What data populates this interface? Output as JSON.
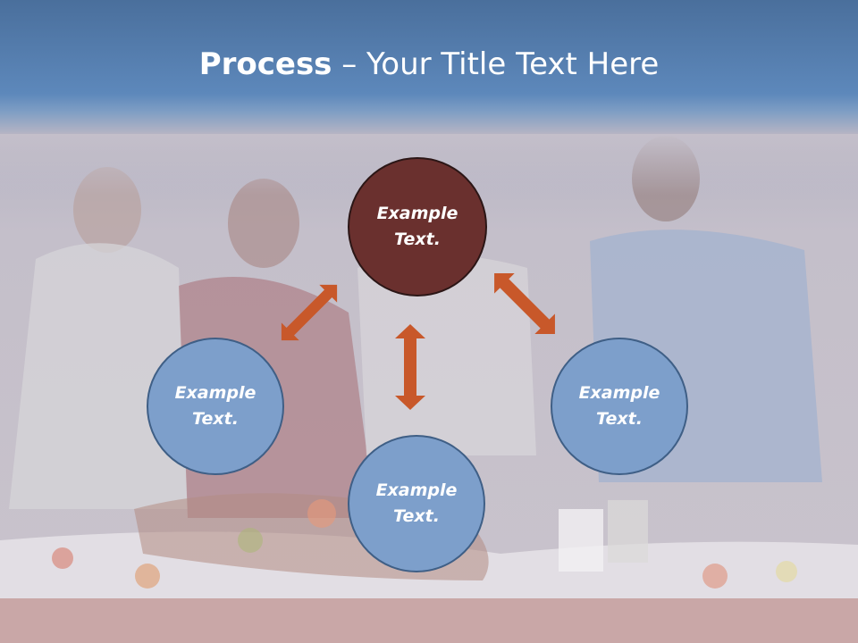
{
  "slide": {
    "title_bold": "Process",
    "title_rest": " – Your Title Text Here"
  },
  "nodes": [
    {
      "line1": "Example",
      "line2": "Text."
    },
    {
      "line1": "Example",
      "line2": "Text."
    },
    {
      "line1": "Example",
      "line2": "Text."
    },
    {
      "line1": "Example",
      "line2": "Text."
    }
  ],
  "colors": {
    "header": "#5d88bb",
    "circle_blue": "#7d9fcb",
    "circle_dark": "#6a302e",
    "arrow": "#c8582a"
  }
}
